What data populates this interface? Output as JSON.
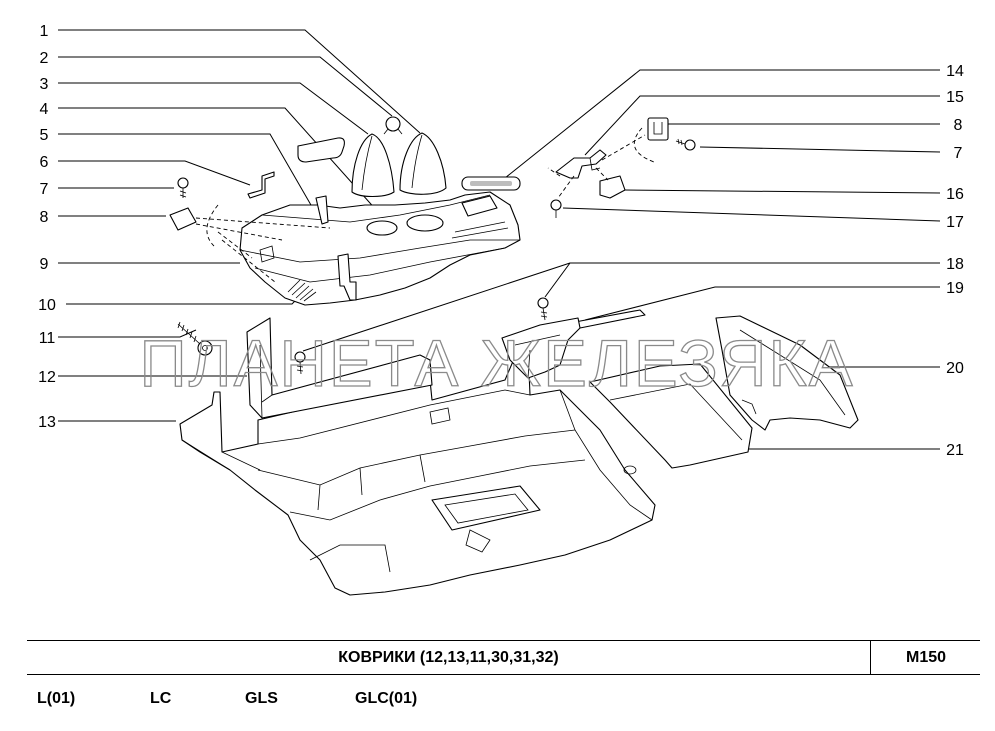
{
  "callouts": {
    "left": [
      "1",
      "2",
      "3",
      "4",
      "5",
      "6",
      "7",
      "8",
      "9",
      "10",
      "11",
      "12",
      "13"
    ],
    "right": [
      "14",
      "15",
      "8",
      "7",
      "16",
      "17",
      "18",
      "19",
      "20",
      "21"
    ]
  },
  "watermark": "ПЛАНЕТА ЖЕЛЕЗЯКА",
  "footer": {
    "title": "КОВРИКИ (12,13,11,30,31,32)",
    "code": "M150",
    "variants": [
      "L(01)",
      "LC",
      "GLS",
      "GLC(01)"
    ]
  }
}
